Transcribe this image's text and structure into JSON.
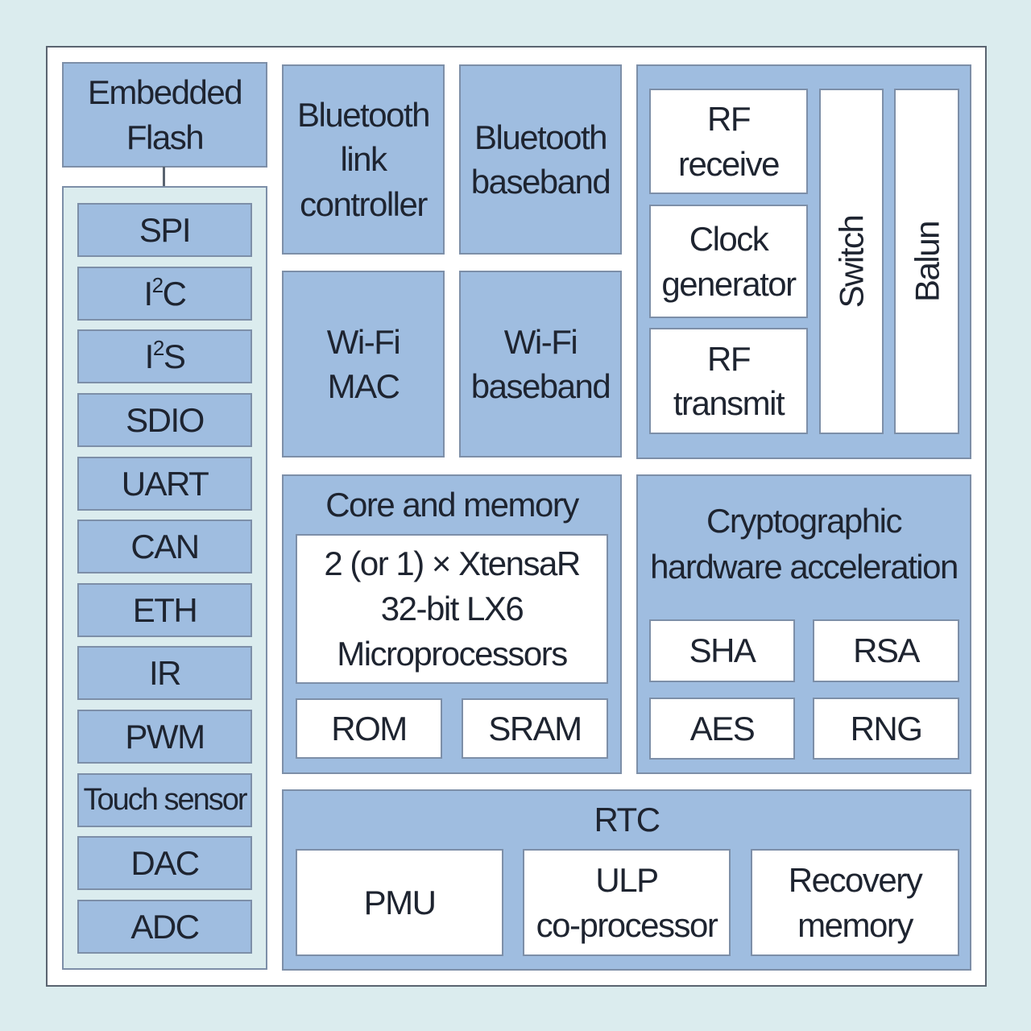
{
  "diagram": {
    "embedded_flash": [
      "Embedded",
      "Flash"
    ],
    "peripherals": {
      "spi": "SPI",
      "i2c_base": "I",
      "i2c_sup": "2",
      "i2c_tail": "C",
      "i2s_base": "I",
      "i2s_sup": "2",
      "i2s_tail": "S",
      "sdio": "SDIO",
      "uart": "UART",
      "can": "CAN",
      "eth": "ETH",
      "ir": "IR",
      "pwm": "PWM",
      "touch": "Touch sensor",
      "dac": "DAC",
      "adc": "ADC"
    },
    "bt_link": [
      "Bluetooth",
      "link",
      "controller"
    ],
    "bt_baseband": [
      "Bluetooth",
      "baseband"
    ],
    "wifi_mac": [
      "Wi-Fi",
      "MAC"
    ],
    "wifi_baseband": [
      "Wi-Fi",
      "baseband"
    ],
    "rf": {
      "receive": [
        "RF",
        "receive"
      ],
      "clock": [
        "Clock",
        "generator"
      ],
      "transmit": [
        "RF",
        "transmit"
      ],
      "switch": "Switch",
      "balun": "Balun"
    },
    "core": {
      "title": "Core and memory",
      "cpu": [
        "2 (or 1) × XtensaR",
        "32-bit LX6",
        "Microprocessors"
      ],
      "rom": "ROM",
      "sram": "SRAM"
    },
    "crypto": {
      "title": [
        "Cryptographic",
        "hardware acceleration"
      ],
      "sha": "SHA",
      "rsa": "RSA",
      "aes": "AES",
      "rng": "RNG"
    },
    "rtc": {
      "title": "RTC",
      "pmu": "PMU",
      "ulp": [
        "ULP",
        "co-processor"
      ],
      "recovery": [
        "Recovery",
        "memory"
      ]
    }
  }
}
